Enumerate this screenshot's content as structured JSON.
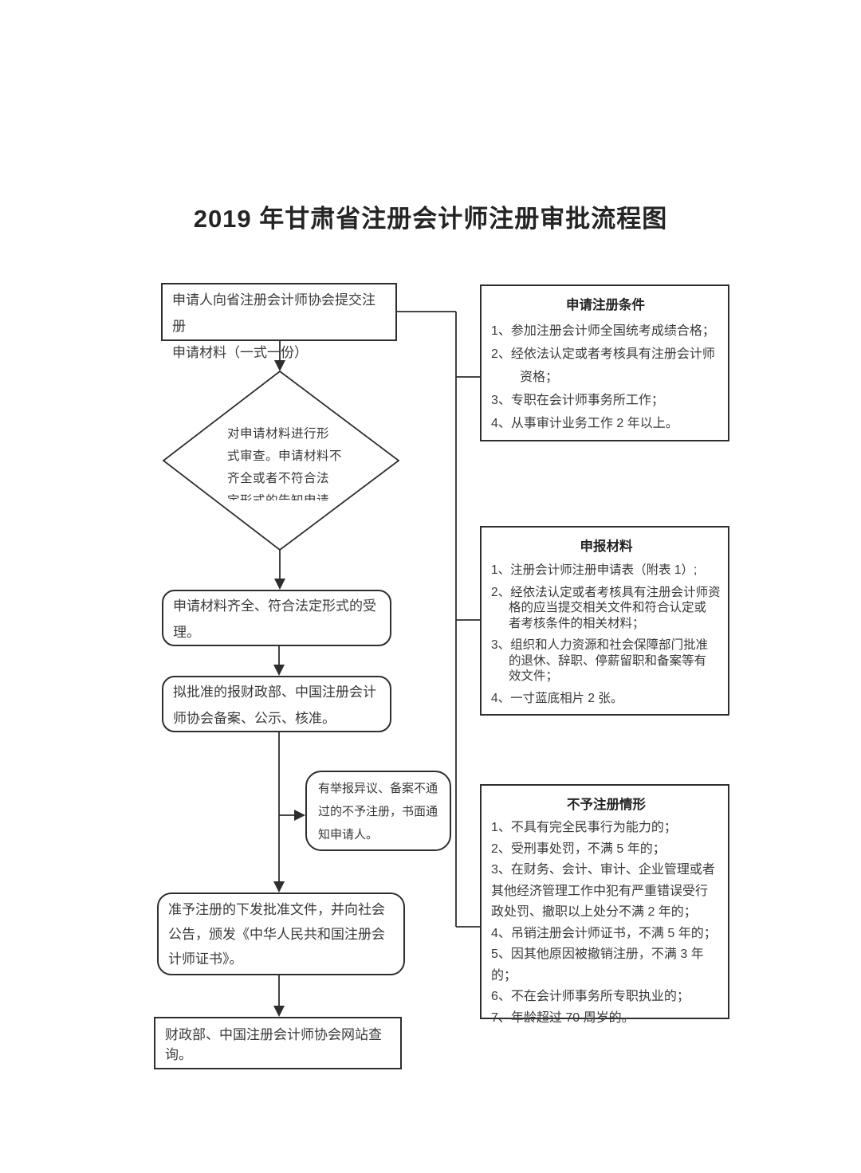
{
  "title": "2019 年甘肃省注册会计师注册审批流程图",
  "left_flow": {
    "submit_box": "申请人向省注册会计师协会提交注册\n申请材料（一式一份）",
    "review_diamond": "对申请材料进行形\n式审查。申请材料不\n齐全或者不符合法\n定形式的告知申请",
    "accept_box": "申请材料齐全、符合法定形式的受\n理。",
    "filing_box": "拟批准的报财政部、中国注册会计\n师协会备案、公示、核准。",
    "reject_note_box": "有举报异议、备案不通\n过的不予注册，书面通\n知申请人。",
    "certificate_box": "准予注册的下发批准文件，并向社会\n公告，颁发《中华人民共和国注册会\n计师证书》。",
    "query_box": "财政部、中国注册会计师协会网站查询。"
  },
  "right_panels": [
    {
      "title": "申请注册条件",
      "items": [
        "1、参加注册会计师全国统考成绩合格；",
        "2、经依法认定或者考核具有注册会计师\n资格；",
        "3、专职在会计师事务所工作；",
        "4、从事审计业务工作 2 年以上。"
      ]
    },
    {
      "title": "申报材料",
      "items": [
        "1、注册会计师注册申请表（附表 1）;",
        "2、经依法认定或者考核具有注册会计师资\n格的应当提交相关文件和符合认定或\n者考核条件的相关材料；",
        "3、组织和人力资源和社会保障部门批准\n的退休、辞职、停薪留职和备案等有\n效文件；",
        "4、一寸蓝底相片 2 张。"
      ]
    },
    {
      "title": "不予注册情形",
      "items": [
        "1、不具有完全民事行为能力的；",
        "2、受刑事处罚，不满 5 年的；",
        "3、在财务、会计、审计、企业管理或者\n其他经济管理工作中犯有严重错误受行\n政处罚、撤职以上处分不满 2 年的；",
        "4、吊销注册会计师证书，不满 5 年的；",
        "5、因其他原因被撤销注册，不满 3 年的；",
        "6、不在会计师事务所专职执业的；",
        "7、年龄超过 70 周岁的。"
      ]
    }
  ],
  "colors": {
    "line": "#2e2e2e",
    "text": "#3a3a3a",
    "background": "#ffffff"
  }
}
